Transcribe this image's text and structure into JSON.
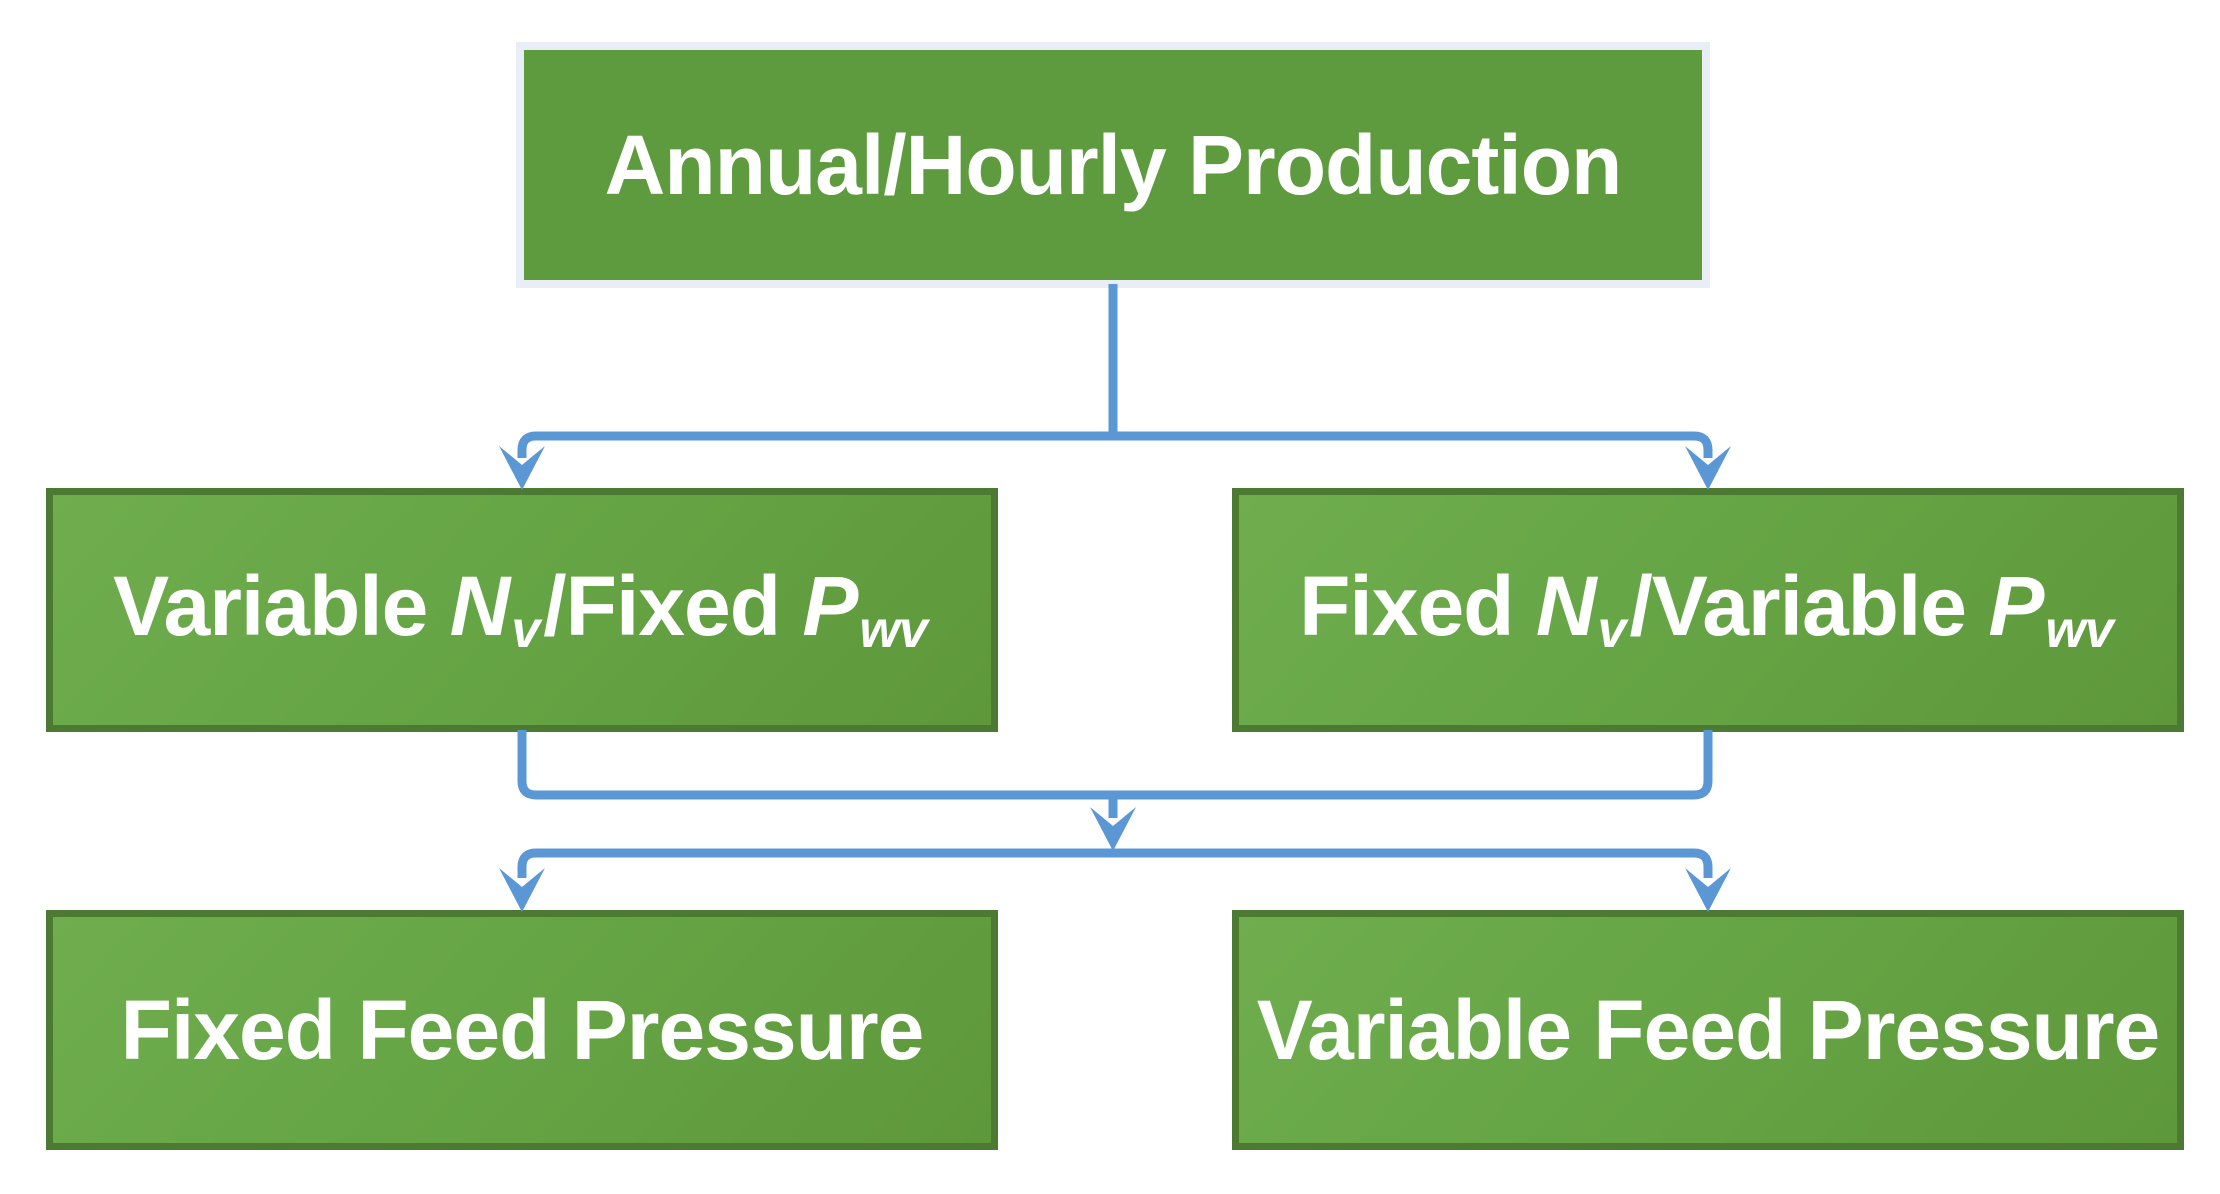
{
  "diagram": {
    "type": "flowchart",
    "direction": "top-down",
    "nodes": [
      {
        "id": "annual-hourly-production",
        "level": 1,
        "parts": [
          {
            "t": "Annual/Hourly Production",
            "s": "b"
          }
        ],
        "plain_text": "Annual/Hourly Production"
      },
      {
        "id": "variable-nv-fixed-pwv",
        "level": 2,
        "parts": [
          {
            "t": "Variable ",
            "s": "b"
          },
          {
            "t": "N",
            "s": "bi"
          },
          {
            "t": "v",
            "s": "sub"
          },
          {
            "t": "/Fixed ",
            "s": "b"
          },
          {
            "t": "P",
            "s": "bi"
          },
          {
            "t": "wv",
            "s": "sub"
          }
        ],
        "plain_text": "Variable Nv/Fixed Pwv"
      },
      {
        "id": "fixed-nv-variable-pwv",
        "level": 2,
        "parts": [
          {
            "t": "Fixed ",
            "s": "b"
          },
          {
            "t": "N",
            "s": "bi"
          },
          {
            "t": "v",
            "s": "sub"
          },
          {
            "t": "/Variable ",
            "s": "b"
          },
          {
            "t": "P",
            "s": "bi"
          },
          {
            "t": "wv",
            "s": "sub"
          }
        ],
        "plain_text": "Fixed Nv/Variable Pwv"
      },
      {
        "id": "fixed-feed-pressure",
        "level": 3,
        "parts": [
          {
            "t": "Fixed Feed Pressure",
            "s": "b"
          }
        ],
        "plain_text": "Fixed Feed Pressure"
      },
      {
        "id": "variable-feed-pressure",
        "level": 3,
        "parts": [
          {
            "t": "Variable Feed Pressure",
            "s": "b"
          }
        ],
        "plain_text": "Variable Feed Pressure"
      }
    ],
    "edges": [
      {
        "from": "annual-hourly-production",
        "to": "variable-nv-fixed-pwv"
      },
      {
        "from": "annual-hourly-production",
        "to": "fixed-nv-variable-pwv"
      },
      {
        "from": "variable-nv-fixed-pwv",
        "to": "fixed-feed-pressure"
      },
      {
        "from": "variable-nv-fixed-pwv",
        "to": "variable-feed-pressure"
      },
      {
        "from": "fixed-nv-variable-pwv",
        "to": "fixed-feed-pressure"
      },
      {
        "from": "fixed-nv-variable-pwv",
        "to": "variable-feed-pressure"
      }
    ],
    "colors": {
      "connector_blue": "#5B97D4",
      "root_box_fill": "#5E9A3E",
      "root_box_border": "#E9EDF5",
      "branch_gradient_start": "#6FAD4E",
      "branch_gradient_end": "#5E983B",
      "branch_border": "#4D7A33",
      "text": "#FFFFFF",
      "background": "#FFFFFF"
    }
  }
}
